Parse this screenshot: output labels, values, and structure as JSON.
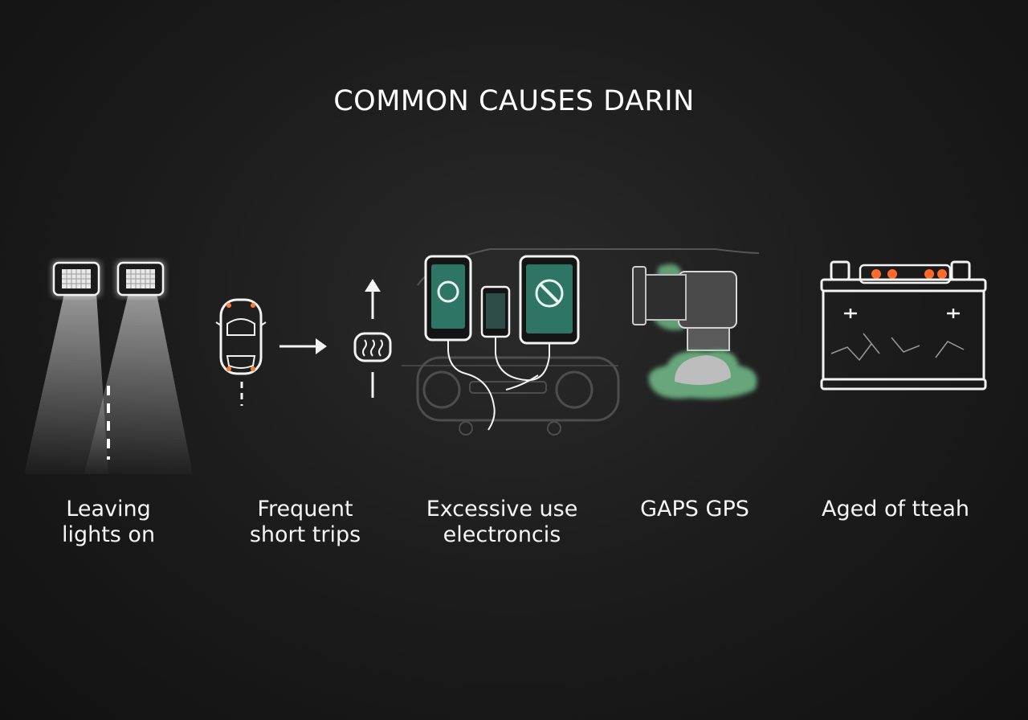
{
  "title": "COMMON CAUSES DARIN",
  "causes": [
    {
      "label": "Leaving\nlights on",
      "icon": "headlights-icon"
    },
    {
      "label": "Frequent\nshort trips",
      "icon": "car-short-trip-icon"
    },
    {
      "label": "Excessive use\nelectroncis",
      "icon": "devices-charging-icon"
    },
    {
      "label": "GAPS GPS",
      "icon": "corroded-terminal-icon"
    },
    {
      "label": "Aged of tteah",
      "icon": "cracked-battery-icon"
    }
  ],
  "colors": {
    "background": "#1d1d1d",
    "stroke": "#f0f0f0",
    "screen": "#2f7566",
    "corrosion": "#7fd39a",
    "battery_light": "#ff6a2a"
  }
}
